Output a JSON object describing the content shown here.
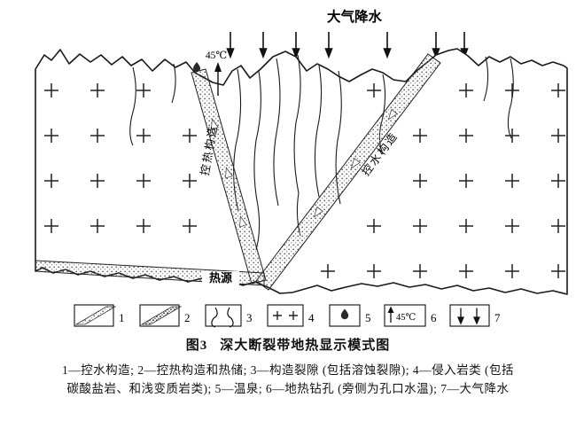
{
  "header": {
    "precipitation_label": "大气降水"
  },
  "diagram": {
    "borehole_temp": "45℃",
    "heat_structure_label": "控热构造",
    "water_structure_label": "控水构造",
    "heat_source_label": "热源"
  },
  "legend": {
    "items": [
      {
        "num": "1"
      },
      {
        "num": "2"
      },
      {
        "num": "3"
      },
      {
        "num": "4"
      },
      {
        "num": "5"
      },
      {
        "num": "6",
        "temp": "45℃"
      },
      {
        "num": "7"
      }
    ]
  },
  "caption": {
    "fig_no": "图3",
    "title": "深大断裂带地热显示模式图",
    "line1": "1—控水构造; 2—控热构造和热储; 3—构造裂隙 (包括溶蚀裂隙); 4—侵入岩类 (包括",
    "line2": "碳酸盐岩、和浅变质岩类); 5—温泉; 6—地热钻孔 (旁侧为孔口水温); 7—大气降水"
  }
}
